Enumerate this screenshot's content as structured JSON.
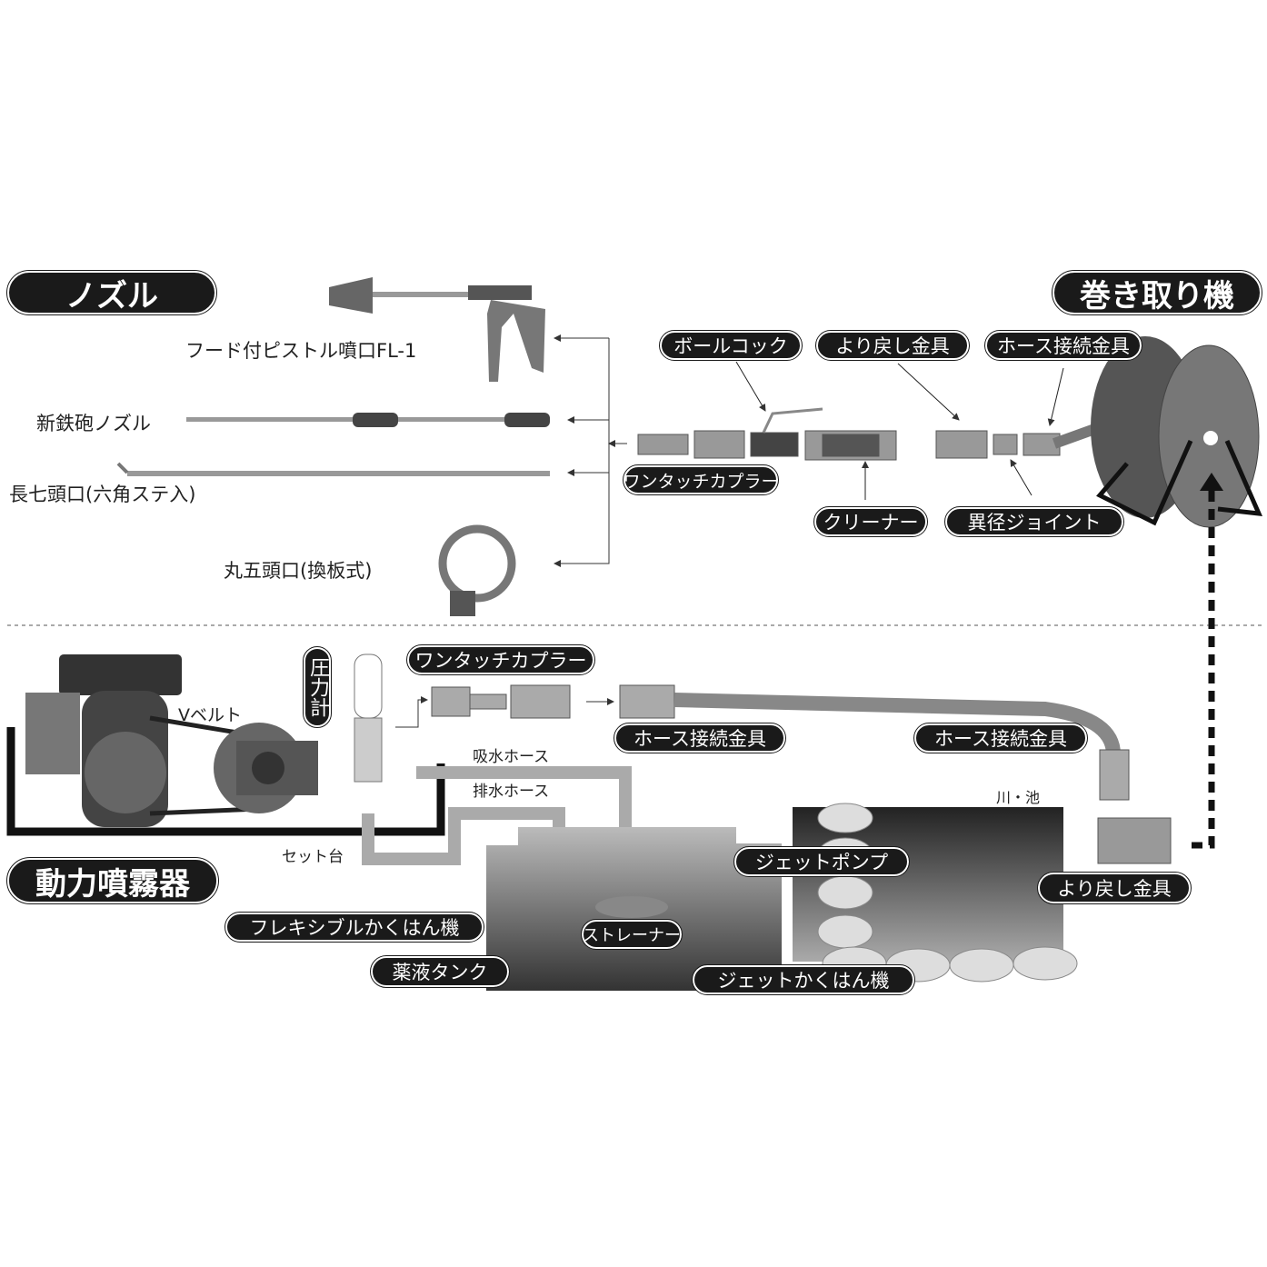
{
  "sections": {
    "nozzle": "ノズル",
    "reel": "巻き取り機",
    "power_sprayer": "動力噴霧器"
  },
  "nozzles": {
    "pistol": "フード付ピストル噴口FL-1",
    "gun": "新鉄砲ノズル",
    "long7": "長七頭口(六角ステ入)",
    "round5": "丸五頭口(換板式)"
  },
  "reel_parts": {
    "ball_cock": "ボールコック",
    "swivel": "より戻し金具",
    "hose_fitting": "ホース接続金具",
    "coupler": "ワンタッチカプラー",
    "cleaner": "クリーナー",
    "reducer": "異径ジョイント"
  },
  "sprayer_parts": {
    "gauge": "圧力計",
    "coupler": "ワンタッチカプラー",
    "hose_fitting_1": "ホース接続金具",
    "hose_fitting_2": "ホース接続金具",
    "v_belt": "Vベルト",
    "suction_hose": "吸水ホース",
    "drain_hose": "排水ホース",
    "base": "セット台",
    "river": "川・池",
    "jet_pump": "ジェットポンプ",
    "swivel": "より戻し金具",
    "flex_agitator": "フレキシブルかくはん機",
    "strainer": "ストレーナー",
    "tank": "薬液タンク",
    "jet_agitator": "ジェットかくはん機"
  }
}
